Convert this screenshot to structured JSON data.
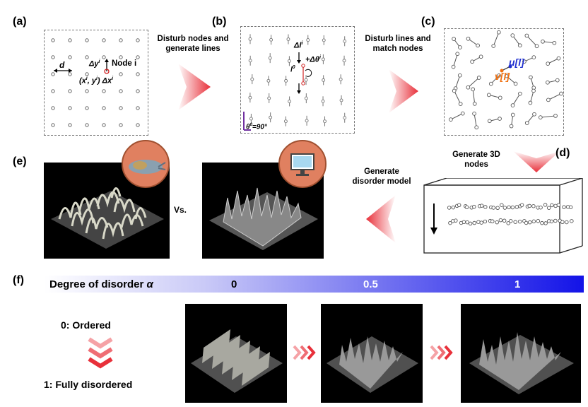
{
  "panels": {
    "a": "(a)",
    "b": "(b)",
    "c": "(c)",
    "d": "(d)",
    "e": "(e)",
    "f": "(f)"
  },
  "steps": {
    "ab": [
      "Disturb nodes and",
      "generate lines"
    ],
    "bc": [
      "Disturb lines and",
      "match nodes"
    ],
    "cd": [
      "Generate 3D",
      "nodes"
    ],
    "de": [
      "Generate",
      "disorder model"
    ]
  },
  "panel_a": {
    "d": "d",
    "dy": "Δy",
    "dy_sup": "i",
    "node": "Node i",
    "coord": "(x",
    "coord_sup1": "i",
    "coord_mid": ", y",
    "coord_sup2": "i",
    "coord_end": ")",
    "dx": "Δx",
    "dx_sup": "i"
  },
  "panel_b": {
    "dl": "Δl",
    "dl_sup": "i",
    "dtheta": "+Δθ",
    "dtheta_sup": "i",
    "l0": "l",
    "l0_sup": "0",
    "theta": "θ",
    "theta_sup": "0",
    "theta_val": "=90°"
  },
  "panel_c": {
    "u": "u[l]",
    "v": "v[l]"
  },
  "panel_e": {
    "vs": "Vs."
  },
  "panel_f": {
    "degree": "Degree of disorder",
    "alpha": "α",
    "ticks": [
      "0",
      "0.5",
      "1"
    ],
    "ordered": "0: Ordered",
    "disordered": "1: Fully disordered"
  },
  "colors": {
    "accent_red": "#e8303a",
    "bar_blue": "#1313e8",
    "u_blue": "#2030d0",
    "v_orange": "#f07010"
  }
}
